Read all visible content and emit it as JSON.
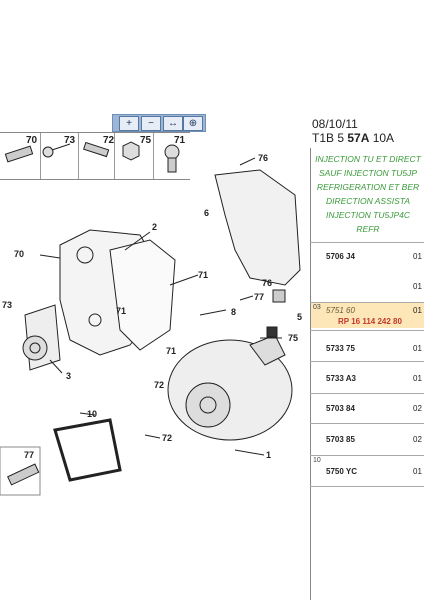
{
  "toolbar": {
    "zoom_in": "+",
    "zoom_out": "−",
    "zoom_fit": "↔"
  },
  "header": {
    "date": "08/10/11",
    "ref_prefix": "T1B 5 ",
    "ref_bold": "57A",
    "ref_suffix": " 10A"
  },
  "parts_strip": {
    "numbers": [
      "70",
      "73",
      "72",
      "75",
      "71"
    ]
  },
  "description_lines": [
    "INJECTION TU ET DIRECT",
    "SAUF INJECTION TU5JP",
    "REFRIGERATION ET BER",
    "DIRECTION ASSISTA",
    "INJECTION TU5JP4C",
    "REFR"
  ],
  "rows": [
    {
      "idx": "",
      "code": "5706 J4",
      "qty": "01"
    },
    {
      "idx": "",
      "code": "",
      "qty": "01"
    },
    {
      "idx": "03",
      "code": "5751 60",
      "rp": "RP 16 114 242 80",
      "qty": "01",
      "highlighted": true
    },
    {
      "idx": "",
      "code": "5733 75",
      "qty": "01"
    },
    {
      "idx": "",
      "code": "5733 A3",
      "qty": "01"
    },
    {
      "idx": "",
      "code": "5703 84",
      "qty": "02"
    },
    {
      "idx": "",
      "code": "5703 85",
      "qty": "02"
    },
    {
      "idx": "10",
      "code": "5750 YC",
      "qty": "01"
    }
  ],
  "drawing_labels": {
    "l76a": "76",
    "l6": "6",
    "l2": "2",
    "l70": "70",
    "l71a": "71",
    "l71b": "71",
    "l71c": "71",
    "l76b": "76",
    "l77": "77",
    "l8": "8",
    "l73": "73",
    "l3": "3",
    "l75": "75",
    "l5": "5",
    "l72a": "72",
    "l72b": "72",
    "l10": "10",
    "l1": "1",
    "l77b": "77"
  }
}
